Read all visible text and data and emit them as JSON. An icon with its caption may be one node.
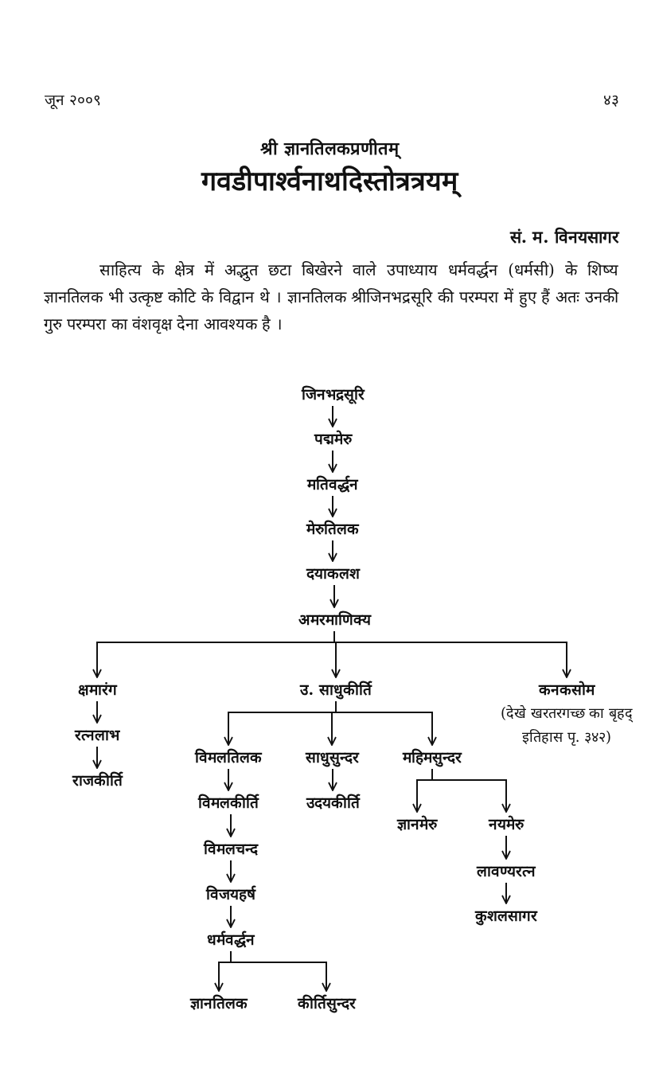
{
  "diagram": {
    "title": "गवडीपार्श्वनाथदिस्तोत्रत्रयम्",
    "nodes": [
      {
        "text": [
          "जिनभद्रसूरि"
        ]
      },
      {
        "text": [
          "पद्ममेरु"
        ]
      },
      {
        "text": [
          "मतिवर्द्धन"
        ]
      },
      {
        "text": [
          "मेरुतिलक"
        ]
      },
      {
        "text": [
          "दयाकलश"
        ]
      },
      {
        "text": [
          "अमरमाणिक्य"
        ]
      },
      {
        "text": [
          "क्षमारंग"
        ]
      },
      {
        "text": [
          "उ. साधुकीर्ति"
        ]
      },
      {
        "text": [
          "कनकसोम"
        ],
        "beside": [
          "(देखे खरतरगच्छ का बृहद् इतिहास पृ. ३४२)"
        ]
      },
      {
        "text": [
          "रत्नलाभ"
        ]
      },
      {
        "text": [
          "राजकीर्ति"
        ]
      },
      {
        "text": [
          "विमलतिलक"
        ]
      },
      {
        "text": [
          "साधुसुन्दर"
        ]
      },
      {
        "text": [
          "महिमसुन्दर"
        ]
      },
      {
        "text": [
          "विमलकीर्ति"
        ]
      },
      {
        "text": [
          "उदयकीर्ति"
        ]
      },
      {
        "text": [
          "ज्ञानमेरु"
        ]
      },
      {
        "text": [
          "नयमेरु"
        ]
      },
      {
        "text": [
          "विमलचन्द"
        ]
      },
      {
        "text": [
          "लावण्यरत्न"
        ]
      },
      {
        "text": [
          "विजयहर्ष"
        ]
      },
      {
        "text": [
          "कुशलसागर"
        ]
      },
      {
        "text": [
          "धर्मवर्द्धन"
        ]
      },
      {
        "text": [
          "ज्ञानतिलक"
        ]
      },
      {
        "text": [
          "कीर्तिसुन्दर"
        ]
      }
    ],
    "edges": [
      {
        "from": 0,
        "to": 1,
        "arrow": "to"
      },
      {
        "from": 1,
        "to": 2,
        "arrow": "to"
      },
      {
        "from": 2,
        "to": 3,
        "arrow": "to"
      },
      {
        "from": 3,
        "to": 4,
        "arrow": "to"
      },
      {
        "from": 4,
        "to": 5,
        "arrow": "to"
      },
      {
        "from": 5,
        "to": 6,
        "arrow": "to"
      },
      {
        "from": 5,
        "to": 7,
        "arrow": "to"
      },
      {
        "from": 5,
        "to": 8,
        "arrow": "to"
      },
      {
        "from": 6,
        "to": 9,
        "arrow": "to"
      },
      {
        "from": 9,
        "to": 10,
        "arrow": "to"
      },
      {
        "from": 7,
        "to": 11,
        "arrow": "to"
      },
      {
        "from": 7,
        "to": 12,
        "arrow": "to"
      },
      {
        "from": 7,
        "to": 13,
        "arrow": "to"
      },
      {
        "from": 11,
        "to": 14,
        "arrow": "to"
      },
      {
        "from": 12,
        "to": 15,
        "arrow": "to"
      },
      {
        "from": 13,
        "to": 16,
        "arrow": "to"
      },
      {
        "from": 13,
        "to": 17,
        "arrow": "to"
      },
      {
        "from": 14,
        "to": 18,
        "arrow": "to"
      },
      {
        "from": 17,
        "to": 19,
        "arrow": "to"
      },
      {
        "from": 18,
        "to": 20,
        "arrow": "to"
      },
      {
        "from": 19,
        "to": 21,
        "arrow": "to"
      },
      {
        "from": 20,
        "to": 22,
        "arrow": "to"
      },
      {
        "from": 22,
        "to": 23,
        "arrow": "to"
      },
      {
        "from": 22,
        "to": 24,
        "arrow": "to"
      }
    ],
    "labels": [
      "जून २००९",
      "४३",
      "श्री ज्ञानतिलकप्रणीतम्",
      "सं. म. विनयसागर",
      "साहित्य के क्षेत्र में अद्भुत छटा बिखेरने वाले उपाध्याय धर्मवर्द्धन (धर्मसी) के शिष्य ज्ञानतिलक भी उत्कृष्ट कोटि के विद्वान थे । ज्ञानतिलक श्रीजिनभद्रसूरि की परम्परा में हुए हैं अतः उनकी गुरु परम्परा का वंशवृक्ष देना आवश्यक है ।"
    ]
  }
}
